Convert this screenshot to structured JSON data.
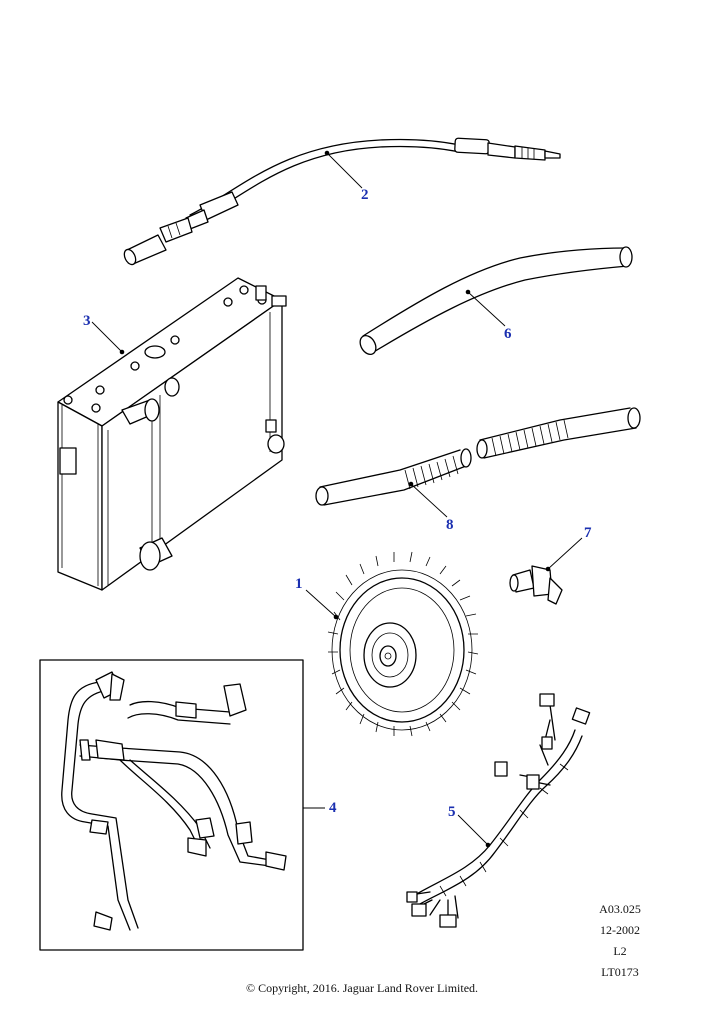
{
  "callouts": {
    "c1": "1",
    "c2": "2",
    "c3": "3",
    "c4": "4",
    "c5": "5",
    "c6": "6",
    "c7": "7",
    "c8": "8"
  },
  "reference": {
    "code": "A03.025",
    "date": "12-2002",
    "level": "L2",
    "lt": "LT0173"
  },
  "copyright": "© Copyright, 2016. Jaguar Land Rover Limited.",
  "colors": {
    "callout": "#1a2fb0",
    "line": "#000000"
  }
}
